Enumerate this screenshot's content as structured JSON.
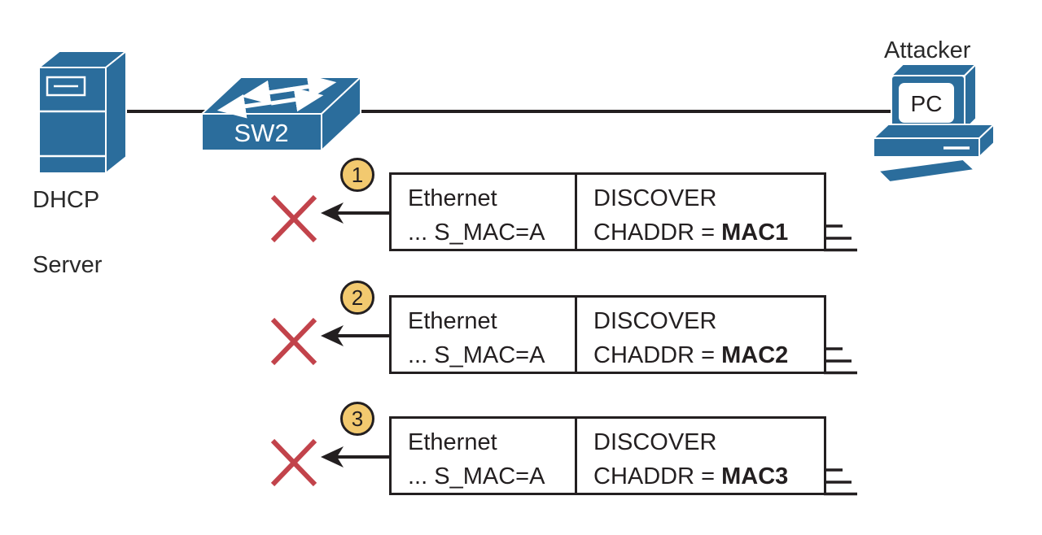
{
  "devices": {
    "dhcp_server": {
      "label_line1": "DHCP",
      "label_line2": "Server"
    },
    "switch": {
      "label": "SW2"
    },
    "attacker": {
      "label": "Attacker",
      "pc_label": "PC"
    }
  },
  "messages": [
    {
      "step": "1",
      "frame": {
        "l1": "Ethernet",
        "l2": "... S_MAC=A"
      },
      "dhcp": {
        "l1": "DISCOVER",
        "l2_prefix": "CHADDR = ",
        "l2_value": "MAC1"
      }
    },
    {
      "step": "2",
      "frame": {
        "l1": "Ethernet",
        "l2": "... S_MAC=A"
      },
      "dhcp": {
        "l1": "DISCOVER",
        "l2_prefix": "CHADDR = ",
        "l2_value": "MAC2"
      }
    },
    {
      "step": "3",
      "frame": {
        "l1": "Ethernet",
        "l2": "... S_MAC=A"
      },
      "dhcp": {
        "l1": "DISCOVER",
        "l2_prefix": "CHADDR = ",
        "l2_value": "MAC3"
      }
    }
  ],
  "colors": {
    "device_blue": "#2B6D9C",
    "line_black": "#231F20",
    "blocked_red": "#C2434B",
    "badge_fill": "#F2C96F",
    "badge_border": "#231F20"
  }
}
